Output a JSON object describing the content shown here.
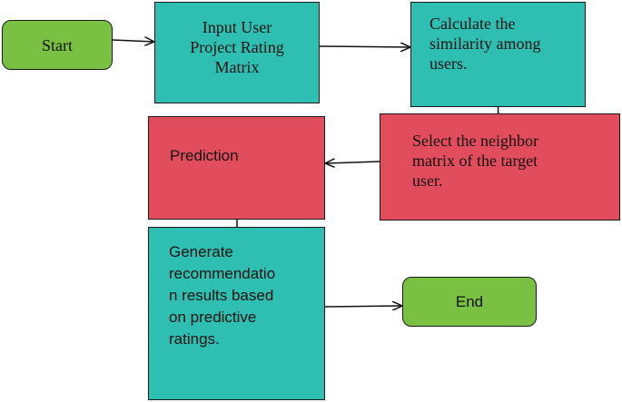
{
  "nodes": {
    "start": "Start",
    "input": "Input User\nProject Rating\nMatrix",
    "calculate": "Calculate the\nsimilarity among\nusers.",
    "select": "Select the neighbor\nmatrix of the target\nuser.",
    "prediction": "Prediction",
    "generate": "Generate\nrecommendatio\nn results based\non predictive\nratings.",
    "end": "End"
  },
  "colors": {
    "process_teal": "#2fbfb2",
    "process_red": "#e24d5e",
    "terminal_green": "#7ac143"
  }
}
